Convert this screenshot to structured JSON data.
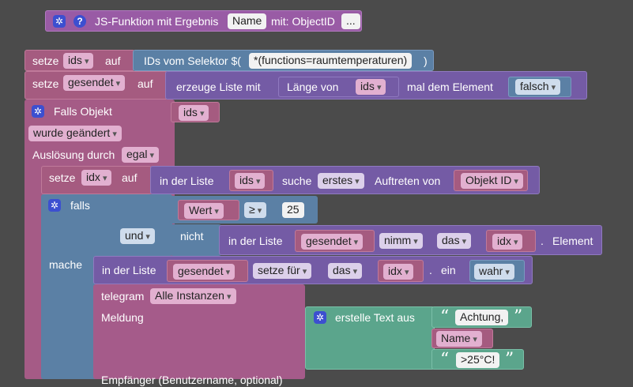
{
  "header_block": {
    "prefix": "JS-Funktion mit Ergebnis",
    "name": "Name",
    "suffix": "mit: ObjectID",
    "more": "..."
  },
  "row1": {
    "set": "setze",
    "var": "ids",
    "on": "auf",
    "selector": "IDs vom Selektor $(",
    "query": "*(functions=raumtemperaturen)",
    "close": ")"
  },
  "row2": {
    "set": "setze",
    "var": "gesendet",
    "on": "auf",
    "create": "erzeuge Liste mit",
    "length": "Länge von",
    "lenvar": "ids",
    "times": "mal dem Element",
    "elem": "falsch"
  },
  "trigger": {
    "title": "Falls Objekt",
    "var": "ids",
    "changed": "wurde geändert",
    "trig": "Auslösung durch",
    "trigval": "egal"
  },
  "row_idx": {
    "set": "setze",
    "var": "idx",
    "on": "auf",
    "inlist": "in der Liste",
    "list": "ids",
    "search": "suche",
    "which": "erstes",
    "occ": "Auftreten von",
    "obj": "Objekt ID"
  },
  "if_block": {
    "falls": "falls",
    "mache": "mache",
    "value": "Wert",
    "op": "≥",
    "num": "25",
    "and": "und",
    "not": "nicht",
    "inlist": "in der Liste",
    "list": "gesendet",
    "take": "nimm",
    "das": "das",
    "idx": "idx",
    "dot": ".",
    "element": "Element"
  },
  "set_list": {
    "inlist": "in der Liste",
    "list": "gesendet",
    "setfor": "setze für",
    "das": "das",
    "idx": "idx",
    "dot": ".",
    "ein": "ein",
    "val": "wahr"
  },
  "telegram": {
    "title": "telegram",
    "inst": "Alle Instanzen",
    "msg": "Meldung",
    "create_text": "erstelle Text aus",
    "t1": "Achtung,",
    "name": "Name",
    "t2": ">25°C!",
    "bottom": "Empfänger (Benutzername, optional)"
  },
  "colors": {
    "function": "#995ba5",
    "variable": "#a55b80",
    "selector": "#5b80a5",
    "list": "#745ba5",
    "text": "#5ba58c"
  }
}
